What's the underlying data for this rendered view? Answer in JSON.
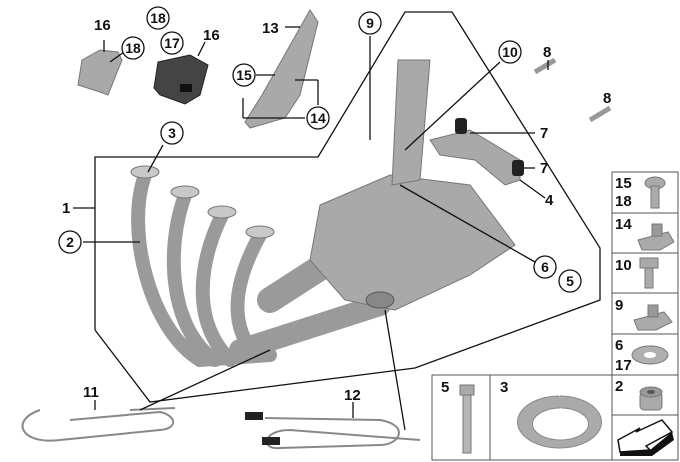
{
  "title": "Exhaust system parts diagram",
  "callouts": {
    "c16a": "16",
    "c18a": "18",
    "c18b": "18",
    "c17": "17",
    "c16b": "16",
    "c13": "13",
    "c15": "15",
    "c14": "14",
    "c9": "9",
    "c10": "10",
    "c8a": "8",
    "c8b": "8",
    "c7a": "7",
    "c7b": "7",
    "c4": "4",
    "c6": "6",
    "c5": "5",
    "c3": "3",
    "c1": "1",
    "c2": "2",
    "c11": "11",
    "c12": "12"
  },
  "right_panel": [
    {
      "label": "15\n18",
      "l1": "15",
      "l2": "18",
      "icon": "screw-icon"
    },
    {
      "label": "14",
      "l1": "14",
      "icon": "clip-nut-icon"
    },
    {
      "label": "10",
      "l1": "10",
      "icon": "hex-bolt-icon"
    },
    {
      "label": "9",
      "l1": "9",
      "icon": "clip-nut-icon"
    },
    {
      "label": "6\n17",
      "l1": "6",
      "l2": "17",
      "icon": "washer-icon"
    },
    {
      "label": "2",
      "l1": "2",
      "icon": "collar-nut-icon"
    }
  ],
  "bottom_panel": {
    "p5": "5",
    "p3": "3"
  }
}
